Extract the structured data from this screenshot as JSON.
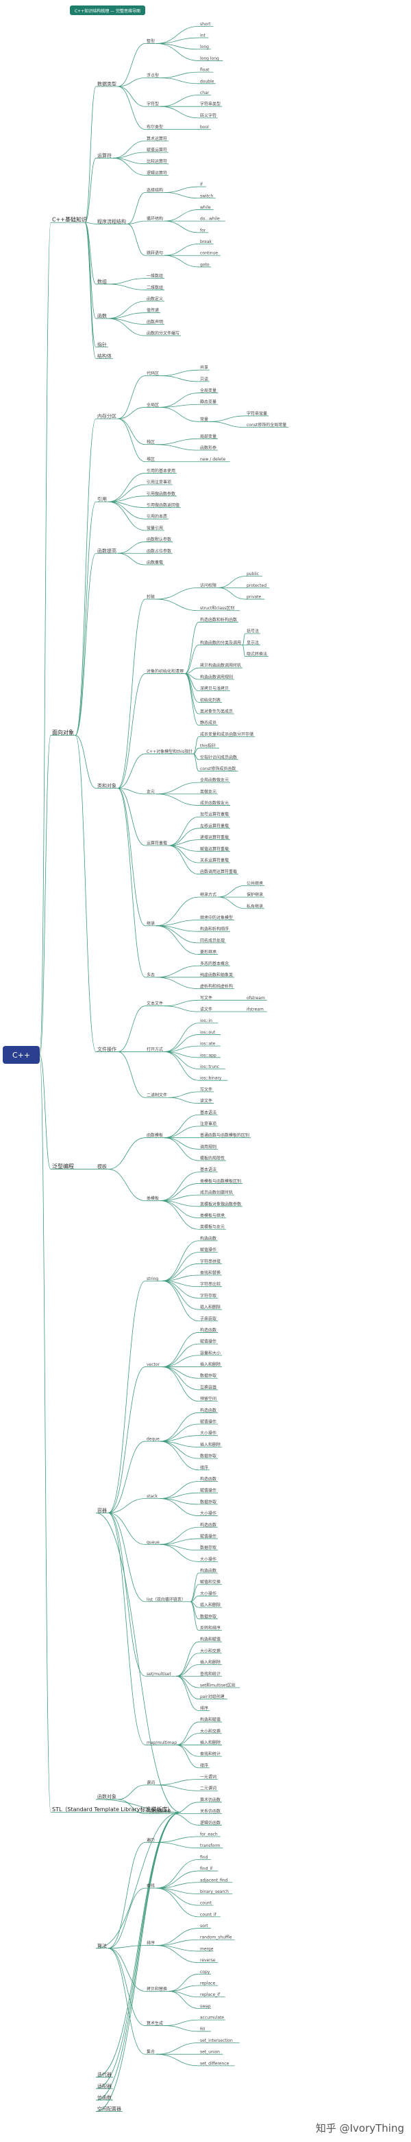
{
  "root": "C++",
  "legend": "C++知识结构梳理 — 完整思维导图",
  "watermark": "知乎 @IvoryThing",
  "branches": [
    {
      "label": "C++基础知识",
      "children": [
        {
          "label": "数据类型",
          "children": [
            {
              "label": "整型",
              "children": [
                {
                  "label": "short"
                },
                {
                  "label": "int"
                },
                {
                  "label": "long"
                },
                {
                  "label": "long long"
                }
              ]
            },
            {
              "label": "浮点型",
              "children": [
                {
                  "label": "float"
                },
                {
                  "label": "double"
                }
              ]
            },
            {
              "label": "字符型",
              "children": [
                {
                  "label": "char"
                },
                {
                  "label": "字符串类型"
                },
                {
                  "label": "转义字符"
                }
              ]
            },
            {
              "label": "布尔类型",
              "children": [
                {
                  "label": "bool"
                }
              ]
            }
          ]
        },
        {
          "label": "运算符",
          "children": [
            {
              "label": "算术运算符"
            },
            {
              "label": "赋值运算符"
            },
            {
              "label": "比较运算符"
            },
            {
              "label": "逻辑运算符"
            }
          ]
        },
        {
          "label": "程序流程结构",
          "children": [
            {
              "label": "选择结构",
              "children": [
                {
                  "label": "if"
                },
                {
                  "label": "switch"
                }
              ]
            },
            {
              "label": "循环结构",
              "children": [
                {
                  "label": "while"
                },
                {
                  "label": "do...while"
                },
                {
                  "label": "for"
                }
              ]
            },
            {
              "label": "跳转语句",
              "children": [
                {
                  "label": "break"
                },
                {
                  "label": "continue"
                },
                {
                  "label": "goto"
                }
              ]
            }
          ]
        },
        {
          "label": "数组",
          "children": [
            {
              "label": "一维数组"
            },
            {
              "label": "二维数组"
            }
          ]
        },
        {
          "label": "函数",
          "children": [
            {
              "label": "函数定义"
            },
            {
              "label": "值传递"
            },
            {
              "label": "函数声明"
            },
            {
              "label": "函数的分文件编写"
            }
          ]
        },
        {
          "label": "指针"
        },
        {
          "label": "结构体"
        }
      ]
    },
    {
      "label": "面向对象",
      "children": [
        {
          "label": "内存分区",
          "children": [
            {
              "label": "代码区",
              "children": [
                {
                  "label": "共享"
                },
                {
                  "label": "只读"
                }
              ]
            },
            {
              "label": "全局区",
              "children": [
                {
                  "label": "全局变量"
                },
                {
                  "label": "静态变量"
                },
                {
                  "label": "常量",
                  "children": [
                    {
                      "label": "字符串常量"
                    },
                    {
                      "label": "const修饰的全局常量"
                    }
                  ]
                }
              ]
            },
            {
              "label": "栈区",
              "children": [
                {
                  "label": "局部变量"
                },
                {
                  "label": "函数形参"
                }
              ]
            },
            {
              "label": "堆区",
              "children": [
                {
                  "label": "new / delete"
                }
              ]
            }
          ]
        },
        {
          "label": "引用",
          "children": [
            {
              "label": "引用的基本使用"
            },
            {
              "label": "引用注意事项"
            },
            {
              "label": "引用做函数参数"
            },
            {
              "label": "引用做函数返回值"
            },
            {
              "label": "引用的本质"
            },
            {
              "label": "常量引用"
            }
          ]
        },
        {
          "label": "函数提高",
          "children": [
            {
              "label": "函数默认参数"
            },
            {
              "label": "函数占位参数"
            },
            {
              "label": "函数重载"
            }
          ]
        },
        {
          "label": "类和对象",
          "children": [
            {
              "label": "封装",
              "children": [
                {
                  "label": "访问权限",
                  "children": [
                    {
                      "label": "public"
                    },
                    {
                      "label": "protected"
                    },
                    {
                      "label": "private"
                    }
                  ]
                },
                {
                  "label": "struct和class区别"
                }
              ]
            },
            {
              "label": "对象的初始化和清理",
              "children": [
                {
                  "label": "构造函数和析构函数"
                },
                {
                  "label": "构造函数的分类及调用",
                  "children": [
                    {
                      "label": "括号法"
                    },
                    {
                      "label": "显示法"
                    },
                    {
                      "label": "隐式转换法"
                    }
                  ]
                },
                {
                  "label": "拷贝构造函数调用时机"
                },
                {
                  "label": "构造函数调用规则"
                },
                {
                  "label": "深拷贝与浅拷贝"
                },
                {
                  "label": "初始化列表"
                },
                {
                  "label": "类对象作为类成员"
                },
                {
                  "label": "静态成员"
                }
              ]
            },
            {
              "label": "C++对象模型和this指针",
              "children": [
                {
                  "label": "成员变量和成员函数分开存储"
                },
                {
                  "label": "this指针"
                },
                {
                  "label": "空指针访问成员函数"
                },
                {
                  "label": "const修饰成员函数"
                }
              ]
            },
            {
              "label": "友元",
              "children": [
                {
                  "label": "全局函数做友元"
                },
                {
                  "label": "类做友元"
                },
                {
                  "label": "成员函数做友元"
                }
              ]
            },
            {
              "label": "运算符重载",
              "children": [
                {
                  "label": "加号运算符重载"
                },
                {
                  "label": "左移运算符重载"
                },
                {
                  "label": "递增运算符重载"
                },
                {
                  "label": "赋值运算符重载"
                },
                {
                  "label": "关系运算符重载"
                },
                {
                  "label": "函数调用运算符重载"
                }
              ]
            },
            {
              "label": "继承",
              "children": [
                {
                  "label": "继承方式",
                  "children": [
                    {
                      "label": "公共继承"
                    },
                    {
                      "label": "保护继承"
                    },
                    {
                      "label": "私有继承"
                    }
                  ]
                },
                {
                  "label": "继承中的对象模型"
                },
                {
                  "label": "构造和析构顺序"
                },
                {
                  "label": "同名成员处理"
                },
                {
                  "label": "菱形继承"
                }
              ]
            },
            {
              "label": "多态",
              "children": [
                {
                  "label": "多态的基本概念"
                },
                {
                  "label": "纯虚函数和抽象类"
                },
                {
                  "label": "虚析构和纯虚析构"
                }
              ]
            }
          ]
        },
        {
          "label": "文件操作",
          "children": [
            {
              "label": "文本文件",
              "children": [
                {
                  "label": "写文件",
                  "children": [
                    {
                      "label": "ofstream"
                    }
                  ]
                },
                {
                  "label": "读文件",
                  "children": [
                    {
                      "label": "ifstream"
                    }
                  ]
                }
              ]
            },
            {
              "label": "打开方式",
              "children": [
                {
                  "label": "ios::in"
                },
                {
                  "label": "ios::out"
                },
                {
                  "label": "ios::ate"
                },
                {
                  "label": "ios::app"
                },
                {
                  "label": "ios::trunc"
                },
                {
                  "label": "ios::binary"
                }
              ]
            },
            {
              "label": "二进制文件",
              "children": [
                {
                  "label": "写文件"
                },
                {
                  "label": "读文件"
                }
              ]
            }
          ]
        }
      ]
    },
    {
      "label": "泛型编程",
      "children": [
        {
          "label": "模板",
          "children": [
            {
              "label": "函数模板",
              "children": [
                {
                  "label": "基本语法"
                },
                {
                  "label": "注意事项"
                },
                {
                  "label": "普通函数与函数模板的区别"
                },
                {
                  "label": "调用规则"
                },
                {
                  "label": "模板的局限性"
                }
              ]
            },
            {
              "label": "类模板",
              "children": [
                {
                  "label": "基本语法"
                },
                {
                  "label": "类模板与函数模板区别"
                },
                {
                  "label": "成员函数创建时机"
                },
                {
                  "label": "类模板对象做函数参数"
                },
                {
                  "label": "类模板与继承"
                },
                {
                  "label": "类模板与友元"
                }
              ]
            }
          ]
        }
      ]
    },
    {
      "label": "STL（Standard Template Library标准模板库）",
      "children": [
        {
          "label": "容器",
          "children": [
            {
              "label": "string",
              "children": [
                {
                  "label": "构造函数"
                },
                {
                  "label": "赋值操作"
                },
                {
                  "label": "字符串拼接"
                },
                {
                  "label": "查找和替换"
                },
                {
                  "label": "字符串比较"
                },
                {
                  "label": "字符存取"
                },
                {
                  "label": "插入和删除"
                },
                {
                  "label": "子串获取"
                }
              ]
            },
            {
              "label": "vector",
              "children": [
                {
                  "label": "构造函数"
                },
                {
                  "label": "赋值操作"
                },
                {
                  "label": "容量和大小"
                },
                {
                  "label": "插入和删除"
                },
                {
                  "label": "数据存取"
                },
                {
                  "label": "互换容器"
                },
                {
                  "label": "预留空间"
                }
              ]
            },
            {
              "label": "deque",
              "children": [
                {
                  "label": "构造函数"
                },
                {
                  "label": "赋值操作"
                },
                {
                  "label": "大小操作"
                },
                {
                  "label": "插入和删除"
                },
                {
                  "label": "数据存取"
                },
                {
                  "label": "排序"
                }
              ]
            },
            {
              "label": "stack",
              "children": [
                {
                  "label": "构造函数"
                },
                {
                  "label": "赋值操作"
                },
                {
                  "label": "数据存取"
                },
                {
                  "label": "大小操作"
                }
              ]
            },
            {
              "label": "queue",
              "children": [
                {
                  "label": "构造函数"
                },
                {
                  "label": "赋值操作"
                },
                {
                  "label": "数据存取"
                },
                {
                  "label": "大小操作"
                }
              ]
            },
            {
              "label": "list（双向循环链表）",
              "children": [
                {
                  "label": "构造函数"
                },
                {
                  "label": "赋值和交换"
                },
                {
                  "label": "大小操作"
                },
                {
                  "label": "插入和删除"
                },
                {
                  "label": "数据存取"
                },
                {
                  "label": "反转和排序"
                }
              ]
            },
            {
              "label": "set/multiset",
              "children": [
                {
                  "label": "构造和赋值"
                },
                {
                  "label": "大小和交换"
                },
                {
                  "label": "插入和删除"
                },
                {
                  "label": "查找和统计"
                },
                {
                  "label": "set和multiset区别"
                },
                {
                  "label": "pair对组创建"
                },
                {
                  "label": "排序"
                }
              ]
            },
            {
              "label": "map/multimap",
              "children": [
                {
                  "label": "构造和赋值"
                },
                {
                  "label": "大小和交换"
                },
                {
                  "label": "插入和删除"
                },
                {
                  "label": "查找和统计"
                },
                {
                  "label": "排序"
                }
              ]
            }
          ]
        },
        {
          "label": "函数对象",
          "children": [
            {
              "label": "谓词",
              "children": [
                {
                  "label": "一元谓词"
                },
                {
                  "label": "二元谓词"
                }
              ]
            },
            {
              "label": "内建函数对象",
              "children": [
                {
                  "label": "算术仿函数"
                },
                {
                  "label": "关系仿函数"
                },
                {
                  "label": "逻辑仿函数"
                }
              ]
            }
          ]
        },
        {
          "label": "算法",
          "children": [
            {
              "label": "遍历",
              "children": [
                {
                  "label": "for_each"
                },
                {
                  "label": "transform"
                }
              ]
            },
            {
              "label": "查找",
              "children": [
                {
                  "label": "find"
                },
                {
                  "label": "find_if"
                },
                {
                  "label": "adjacent_find"
                },
                {
                  "label": "binary_search"
                },
                {
                  "label": "count"
                },
                {
                  "label": "count_if"
                }
              ]
            },
            {
              "label": "排序",
              "children": [
                {
                  "label": "sort"
                },
                {
                  "label": "random_shuffle"
                },
                {
                  "label": "merge"
                },
                {
                  "label": "reverse"
                }
              ]
            },
            {
              "label": "拷贝和替换",
              "children": [
                {
                  "label": "copy"
                },
                {
                  "label": "replace"
                },
                {
                  "label": "replace_if"
                },
                {
                  "label": "swap"
                }
              ]
            },
            {
              "label": "算术生成",
              "children": [
                {
                  "label": "accumulate"
                },
                {
                  "label": "fill"
                }
              ]
            },
            {
              "label": "集合",
              "children": [
                {
                  "label": "set_intersection"
                },
                {
                  "label": "set_union"
                },
                {
                  "label": "set_difference"
                }
              ]
            }
          ]
        },
        {
          "label": "迭代器"
        },
        {
          "label": "适配器"
        },
        {
          "label": "仿函数"
        },
        {
          "label": "空间配置器"
        }
      ]
    }
  ],
  "colors": {
    "root_bg": "#2a3f8f",
    "tag_bg": "#1e7d6b",
    "edge": "#3f9a7a"
  }
}
